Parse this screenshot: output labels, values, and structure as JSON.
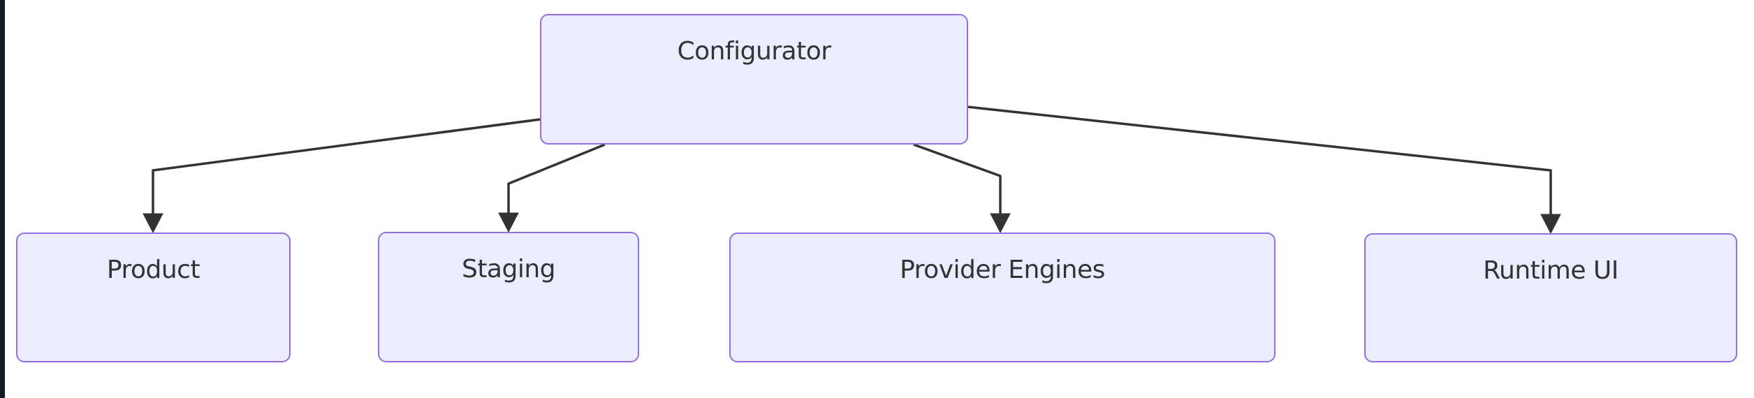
{
  "diagram": {
    "type": "flowchart",
    "direction": "top-down",
    "nodes": [
      {
        "id": "configurator",
        "label": "Configurator"
      },
      {
        "id": "product",
        "label": "Product"
      },
      {
        "id": "staging",
        "label": "Staging"
      },
      {
        "id": "provider_engines",
        "label": "Provider Engines"
      },
      {
        "id": "runtime_ui",
        "label": "Runtime UI"
      }
    ],
    "edges": [
      {
        "from": "Configurator",
        "to": "Product",
        "arrow": "down"
      },
      {
        "from": "Configurator",
        "to": "Staging",
        "arrow": "down"
      },
      {
        "from": "Configurator",
        "to": "Provider Engines",
        "arrow": "down"
      },
      {
        "from": "Configurator",
        "to": "Runtime UI",
        "arrow": "down"
      }
    ],
    "colors": {
      "background": "#FFFFFF",
      "node_fill": "#ECECFF",
      "node_border": "#9370DB",
      "node_text": "#333333",
      "edge_stroke": "#333333",
      "left_edge_bar": "#131D28"
    }
  }
}
